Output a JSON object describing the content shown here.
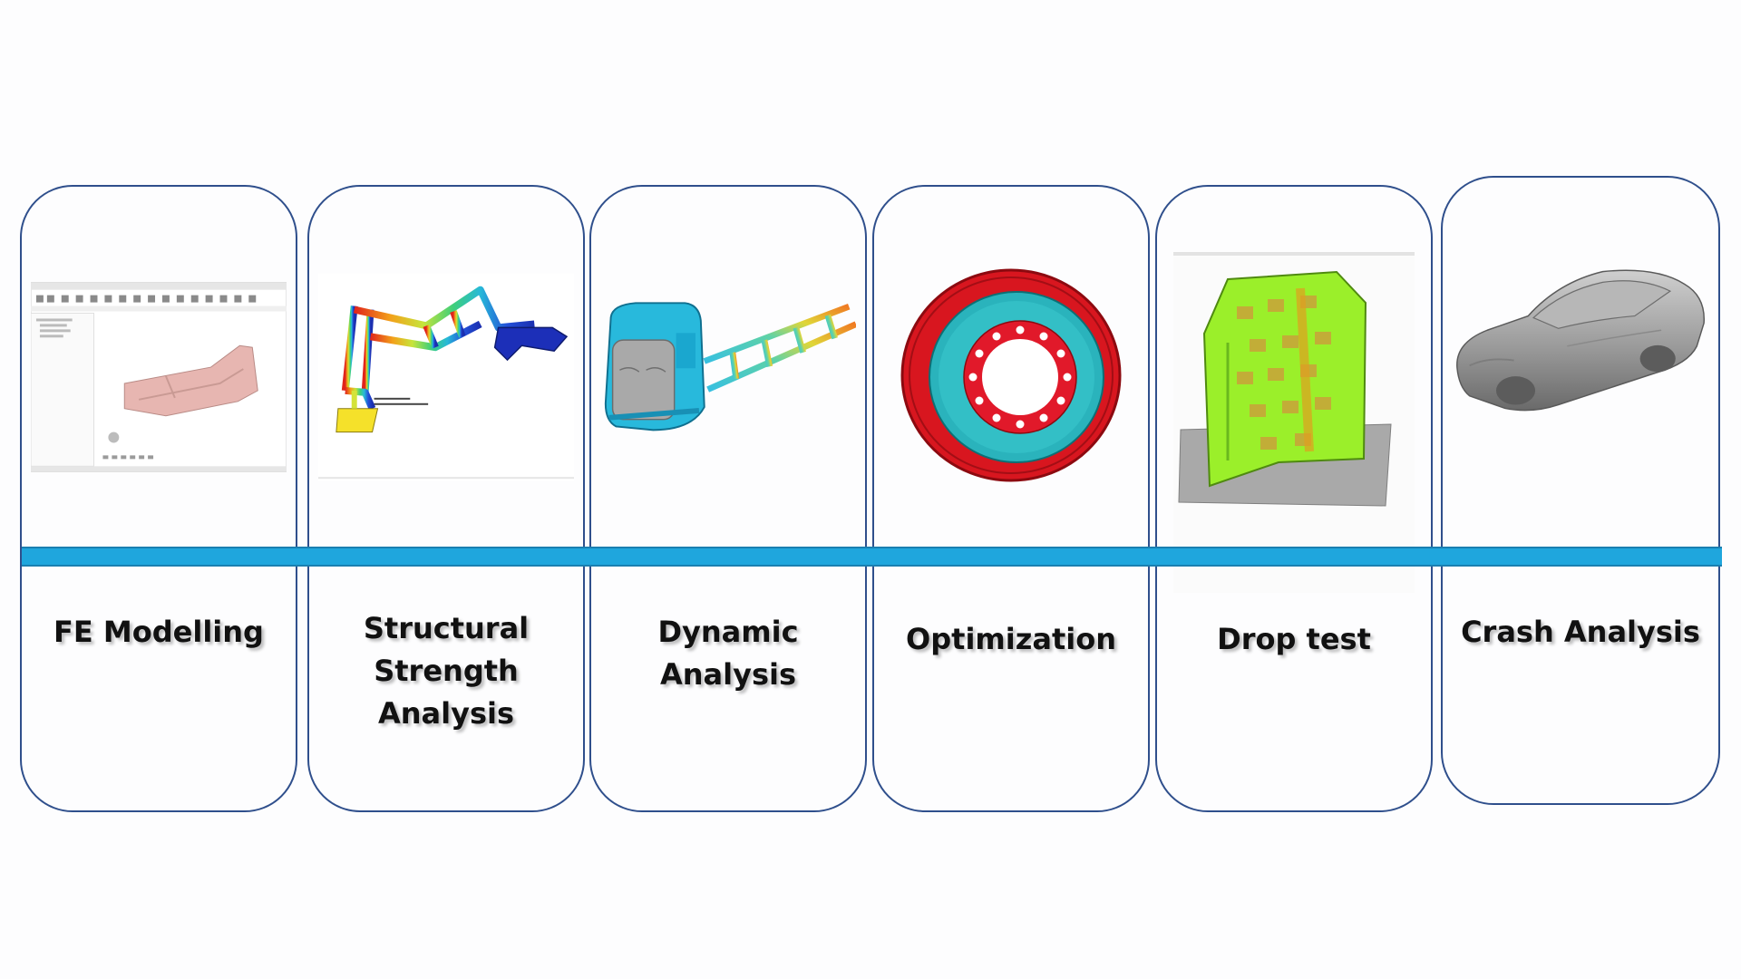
{
  "colors": {
    "card_border": "#2f4f8c",
    "timeline": "#1fa6dd",
    "background": "#fdfdfe"
  },
  "cards": [
    {
      "label": "FE Modelling",
      "icon": "fe-modelling-screenshot-icon"
    },
    {
      "label": "Structural\nStrength\nAnalysis",
      "icon": "frame-stress-contour-icon"
    },
    {
      "label": "Dynamic\nAnalysis",
      "icon": "truck-cab-chassis-icon"
    },
    {
      "label": "Optimization",
      "icon": "wheel-rim-icon"
    },
    {
      "label": "Drop test",
      "icon": "drop-test-package-icon"
    },
    {
      "label": "Crash Analysis",
      "icon": "car-body-icon"
    }
  ]
}
